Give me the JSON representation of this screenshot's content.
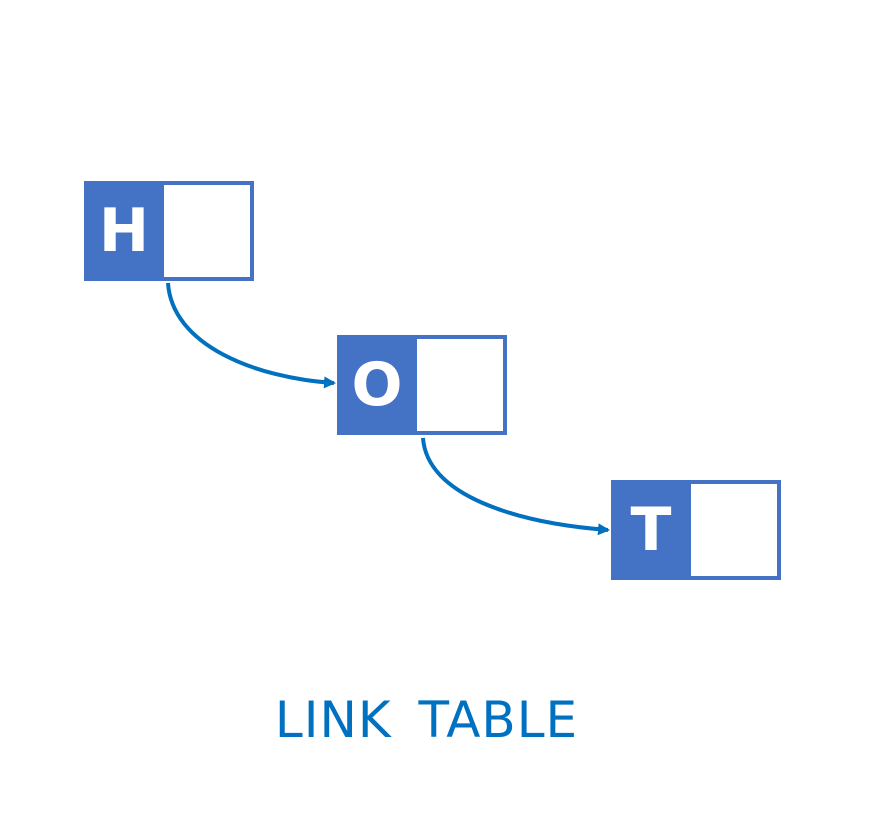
{
  "diagram": {
    "caption": "LINK TABLE",
    "nodes": [
      {
        "value": "H"
      },
      {
        "value": "O"
      },
      {
        "value": "T"
      }
    ]
  },
  "colors": {
    "node_fill": "#4472c4",
    "node_border": "#4472c4",
    "arrow": "#0070c0",
    "caption": "#0070c0",
    "background": "#ffffff"
  }
}
